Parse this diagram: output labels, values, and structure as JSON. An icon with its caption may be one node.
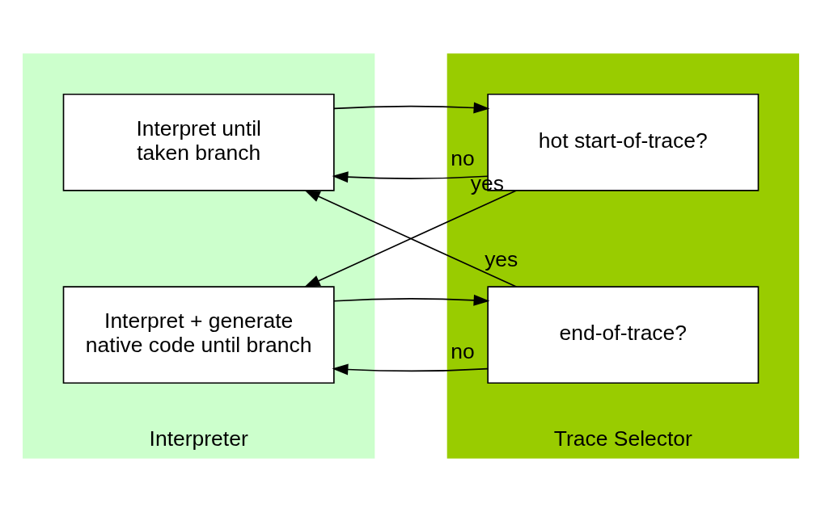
{
  "diagram": {
    "nodes": [
      {
        "text": [
          "Interpreter"
        ]
      },
      {
        "text": [
          "Trace Selector"
        ]
      },
      {
        "text": [
          "Interpret until taken branch"
        ],
        "in": 0
      },
      {
        "text": [
          "hot start-of-trace?"
        ],
        "in": 1
      },
      {
        "text": [
          "Interpret + generate native code until branch"
        ],
        "in": 0
      },
      {
        "text": [
          "end-of-trace?"
        ],
        "in": 1
      }
    ],
    "edges": [
      {
        "from": 2,
        "to": 3,
        "arrow": "to"
      },
      {
        "from": 3,
        "to": 2,
        "arrow": "to",
        "label": "no"
      },
      {
        "from": 3,
        "to": 4,
        "arrow": "to",
        "label": "yes"
      },
      {
        "from": 4,
        "to": 5,
        "arrow": "to"
      },
      {
        "from": 5,
        "to": 2,
        "arrow": "to",
        "label": "yes"
      },
      {
        "from": 5,
        "to": 4,
        "arrow": "to",
        "label": "no"
      }
    ]
  }
}
